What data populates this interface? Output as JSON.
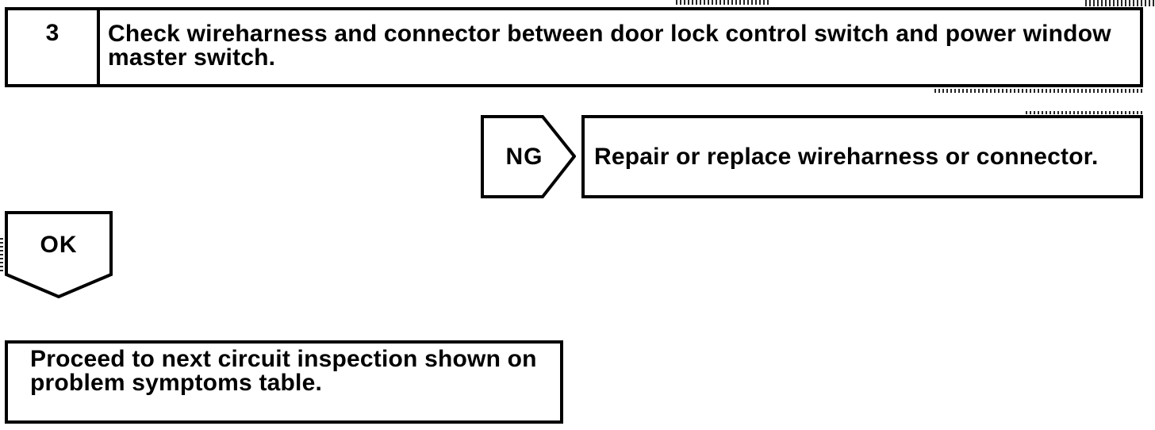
{
  "page": {
    "background_color": "#ffffff",
    "line_color": "#000000"
  },
  "step": {
    "number": "3",
    "instruction": "Check wireharness and connector between door lock control switch and power window master switch."
  },
  "ng_branch": {
    "label": "NG",
    "action": "Repair or replace wireharness or connector."
  },
  "ok_branch": {
    "label": "OK",
    "action": "Proceed to next circuit inspection shown on problem symptoms table."
  }
}
